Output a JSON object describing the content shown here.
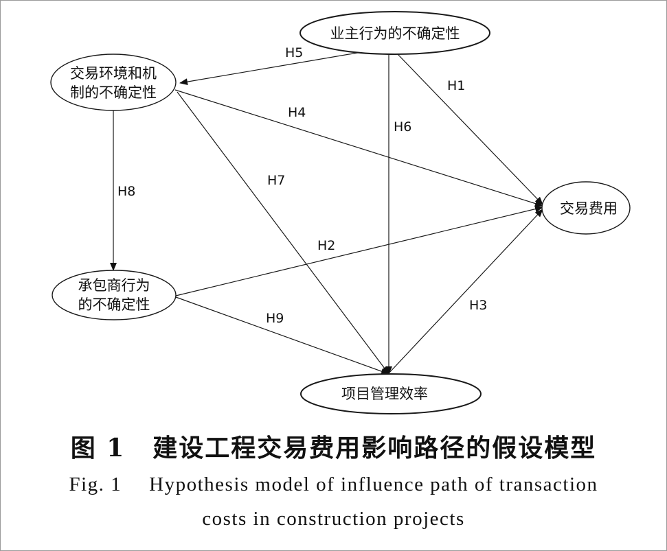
{
  "diagram": {
    "nodes": {
      "owner": {
        "lines": [
          "业主行为的不确定性"
        ]
      },
      "environment": {
        "lines": [
          "交易环境和机",
          "制的不确定性"
        ]
      },
      "contractor": {
        "lines": [
          "承包商行为",
          "的不确定性"
        ]
      },
      "cost": {
        "lines": [
          "交易费用"
        ]
      },
      "efficiency": {
        "lines": [
          "项目管理效率"
        ]
      }
    },
    "edges": {
      "h1": {
        "label": "H1",
        "from": "业主行为的不确定性",
        "to": "交易费用"
      },
      "h2": {
        "label": "H2",
        "from": "承包商行为的不确定性",
        "to": "交易费用"
      },
      "h3": {
        "label": "H3",
        "from": "项目管理效率",
        "to": "交易费用"
      },
      "h4": {
        "label": "H4",
        "from": "交易环境和机制的不确定性",
        "to": "交易费用"
      },
      "h5": {
        "label": "H5",
        "from": "业主行为的不确定性",
        "to": "交易环境和机制的不确定性"
      },
      "h6": {
        "label": "H6",
        "from": "业主行为的不确定性",
        "to": "项目管理效率"
      },
      "h7": {
        "label": "H7",
        "from": "交易环境和机制的不确定性",
        "to": "项目管理效率"
      },
      "h8": {
        "label": "H8",
        "from": "交易环境和机制的不确定性",
        "to": "承包商行为的不确定性"
      },
      "h9": {
        "label": "H9",
        "from": "承包商行为的不确定性",
        "to": "项目管理效率"
      }
    }
  },
  "caption": {
    "zh_number": "图 1",
    "zh_title": "建设工程交易费用影响路径的假设模型",
    "en_number": "Fig. 1",
    "en_line1": "Hypothesis model of influence path of transaction",
    "en_line2": "costs in construction projects"
  }
}
